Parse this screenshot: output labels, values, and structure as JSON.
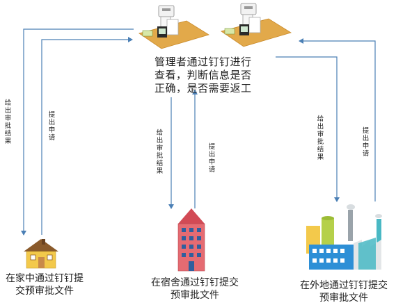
{
  "manager": {
    "lines": [
      "管理者通过钉钉进行",
      "查看，判断信息是否",
      "正确，是否需要返工"
    ]
  },
  "nodes": {
    "home": {
      "line1": "在家中通过钉钉提",
      "line2": "交预审批文件"
    },
    "dorm": {
      "line1": "在宿舍通过钉钉提交",
      "line2": "预审批文件"
    },
    "remote": {
      "line1": "在外地通过钉钉提交",
      "line2": "预审批文件"
    }
  },
  "flows": {
    "give_result": "给出审批结果",
    "submit_request": "提出申请"
  },
  "colors": {
    "arrow": "#4a7fb5",
    "desk": "#e2a94a",
    "house_wall": "#f3c94b",
    "house_roof": "#8a5a2b",
    "building": "#e56b72",
    "factory_blue": "#2d8fd6",
    "factory_teal": "#49b8c4",
    "factory_green": "#b5d04a"
  }
}
